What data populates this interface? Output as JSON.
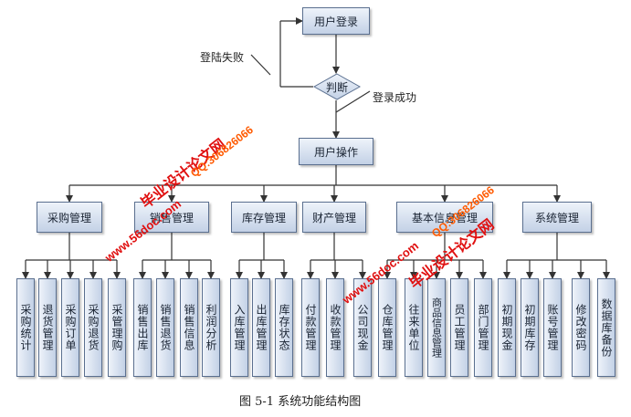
{
  "nodes": {
    "login": "用户登录",
    "judge": "判断",
    "operate": "用户操作"
  },
  "edge_labels": {
    "fail": "登陆失败",
    "success": "登录成功"
  },
  "modules": [
    {
      "label": "采购管理",
      "children": [
        "采购统计",
        "退货管理",
        "采购订单",
        "采购退货",
        "采管理购"
      ]
    },
    {
      "label": "销售管理",
      "children": [
        "销售出库",
        "销售退货",
        "销售信息",
        "利润分析"
      ]
    },
    {
      "label": "库存管理",
      "children": [
        "入库管理",
        "出库管理",
        "库存状态"
      ]
    },
    {
      "label": "财产管理",
      "children": [
        "付款管理",
        "收款管理",
        "公司现金"
      ]
    },
    {
      "label": "基本信息管理",
      "children": [
        "仓库管理",
        "往来单位",
        "商品信息管理",
        "员工管理",
        "部门管理"
      ]
    },
    {
      "label": "系统管理",
      "children": [
        "初期现金",
        "初期库存",
        "账号管理",
        "修改密码",
        "数据库备份"
      ]
    }
  ],
  "caption": "图 5-1    系统功能结构图",
  "watermarks": [
    {
      "text": "毕业设计论文网",
      "color": "#e01010"
    },
    {
      "text": "QQ:306826066",
      "color": "#ff5a00"
    },
    {
      "text": "www.56doc.com",
      "color": "#e01010"
    },
    {
      "text": "QQ:306826066",
      "color": "#ff5a00"
    },
    {
      "text": "www.56doc.com",
      "color": "#e01010"
    },
    {
      "text": "毕业设计论文网",
      "color": "#e01010"
    }
  ]
}
